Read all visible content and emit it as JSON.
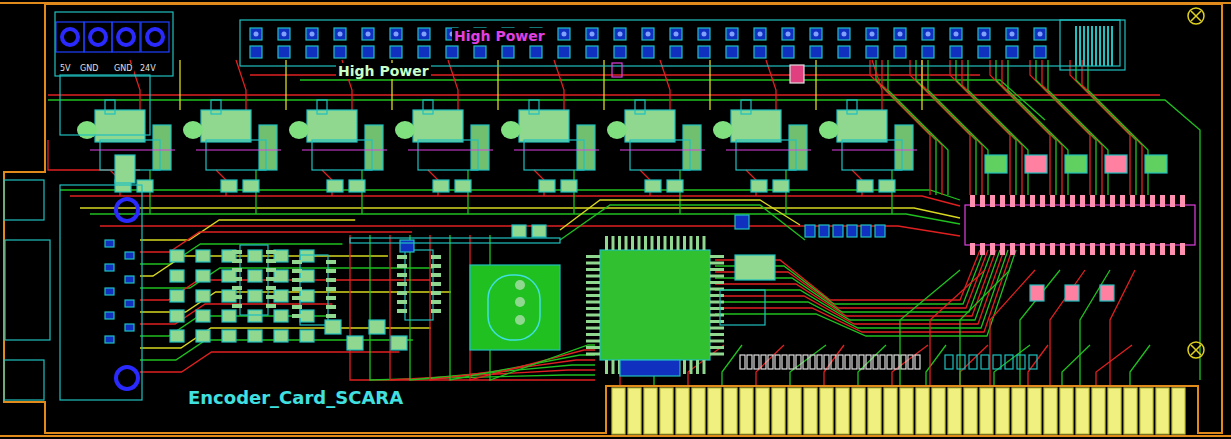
{
  "diagram": {
    "labels": [
      "High Power",
      "High Power",
      "5V",
      "GND",
      "GND",
      "24V",
      "Encoder_Card_SCARA"
    ]
  }
}
